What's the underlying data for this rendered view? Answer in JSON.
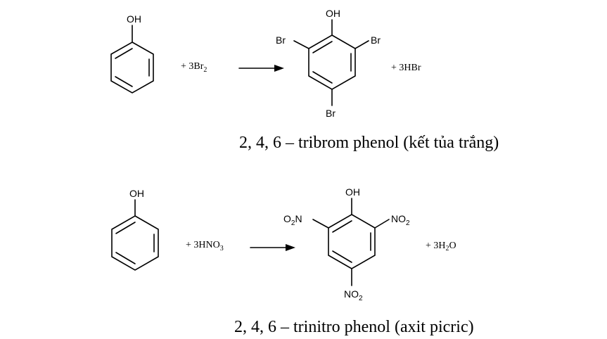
{
  "reaction1": {
    "reactant_oh": "OH",
    "reagent_prefix": "+ 3Br",
    "reagent_sub": "2",
    "product_oh": "OH",
    "sub_left": "Br",
    "sub_right": "Br",
    "sub_bottom": "Br",
    "byproduct": "+ 3HBr",
    "caption": "2, 4, 6 – tribrom phenol (kết tủa trắng)"
  },
  "reaction2": {
    "reactant_oh": "OH",
    "reagent_prefix": "+ 3HNO",
    "reagent_sub": "3",
    "product_oh": "OH",
    "left_o": "O",
    "left_sub": "2",
    "left_n": "N",
    "right_no": "NO",
    "right_sub": "2",
    "bottom_no": "NO",
    "bottom_sub": "2",
    "byproduct_prefix": "+ 3H",
    "byproduct_sub": "2",
    "byproduct_suffix": "O",
    "caption": "2, 4, 6 – trinitro phenol (axit picric)"
  }
}
